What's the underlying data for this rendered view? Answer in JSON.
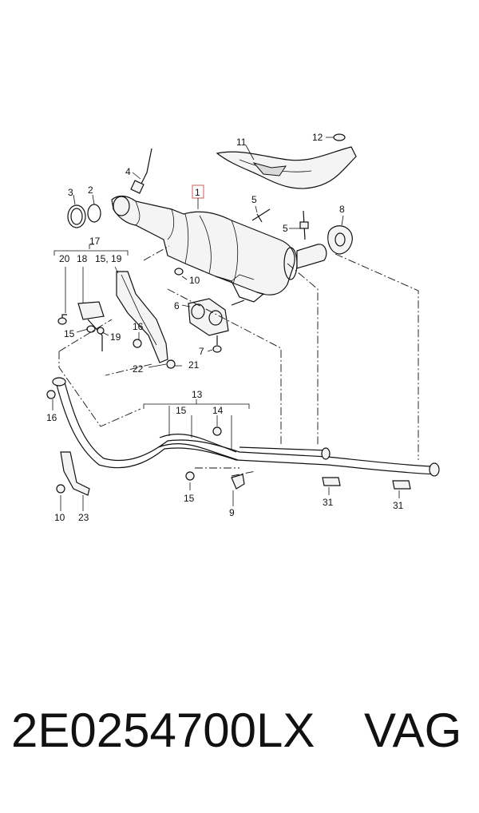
{
  "callouts": {
    "c1": "1",
    "c2": "2",
    "c3": "3",
    "c4": "4",
    "c5a": "5",
    "c5b": "5",
    "c6": "6",
    "c7": "7",
    "c8": "8",
    "c9": "9",
    "c10a": "10",
    "c10b": "10",
    "c11": "11",
    "c12": "12",
    "c13": "13",
    "c14": "14",
    "c15a": "15",
    "c15b": "15",
    "c15c": "15",
    "c16a": "16",
    "c16b": "16",
    "c17": "17",
    "c18": "18",
    "c19": "19",
    "c20": "20",
    "c1519": "15, 19",
    "c21": "21",
    "c22": "22",
    "c23": "23",
    "c31a": "31",
    "c31b": "31"
  },
  "footer": {
    "part_number": "2E0254700LX",
    "brand": "VAG"
  }
}
